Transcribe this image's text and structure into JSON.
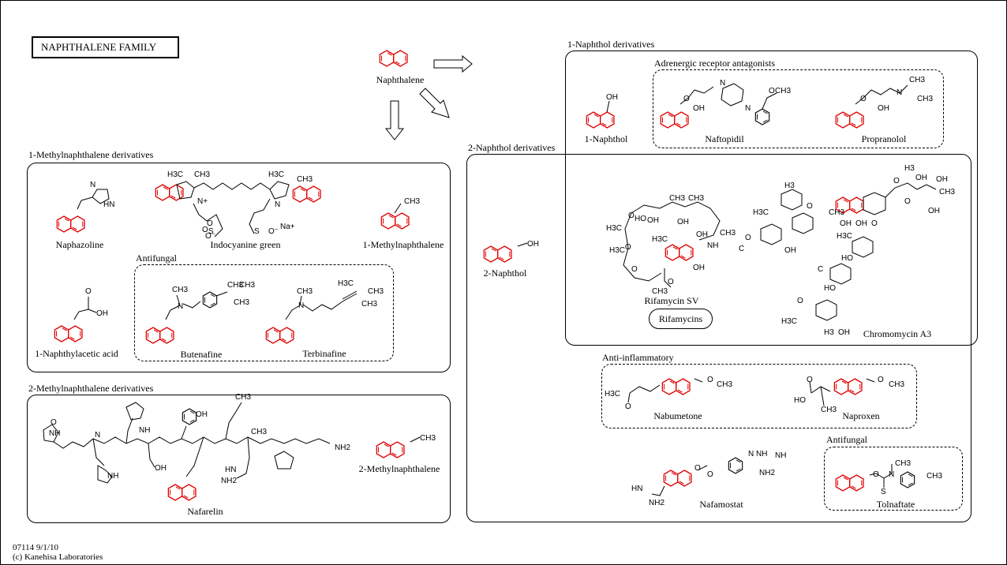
{
  "title": "NAPHTHALENE FAMILY",
  "root": {
    "name": "Naphthalene"
  },
  "groups": {
    "methyl1": {
      "title": "1-Methylnaphthalene derivatives"
    },
    "methyl2": {
      "title": "2-Methylnaphthalene derivatives"
    },
    "naphthol1": {
      "title": "1-Naphthol derivatives"
    },
    "naphthol2": {
      "title": "2-Naphthol derivatives"
    },
    "adrenergic": {
      "title": "Adrenergic receptor antagonists"
    },
    "antifungal1": {
      "title": "Antifungal"
    },
    "antiinflammatory": {
      "title": "Anti-inflammatory"
    },
    "antifungal2": {
      "title": "Antifungal"
    },
    "rifamycins": {
      "title": "Rifamycins"
    }
  },
  "compounds": {
    "naphazoline": "Naphazoline",
    "indocyanine": "Indocyanine green",
    "methylnaphthalene1": "1-Methylnaphthalene",
    "naphthylacetic": "1-Naphthylacetic acid",
    "butenafine": "Butenafine",
    "terbinafine": "Terbinafine",
    "nafarelin": "Nafarelin",
    "methylnaphthalene2": "2-Methylnaphthalene",
    "naphthol1": "1-Naphthol",
    "naftopidil": "Naftopidil",
    "propranolol": "Propranolol",
    "naphthol2": "2-Naphthol",
    "rifamycin_sv": "Rifamycin SV",
    "chromomycin": "Chromomycin A3",
    "nabumetone": "Nabumetone",
    "naproxen": "Naproxen",
    "nafamostat": "Nafamostat",
    "tolnaftate": "Tolnaftate"
  },
  "atom_labels": {
    "ch3": "CH3",
    "h3c": "H3C",
    "oh": "OH",
    "o": "O",
    "n": "N",
    "nh": "NH",
    "hn": "HN",
    "nh2": "NH2",
    "s": "S",
    "na": "Na",
    "so3": "S",
    "ome": "O"
  },
  "footer": {
    "code": "07114 9/1/10",
    "copyright": "(c) Kanehisa Laboratories"
  },
  "colors": {
    "highlight": "#e00000",
    "line": "#000000"
  }
}
